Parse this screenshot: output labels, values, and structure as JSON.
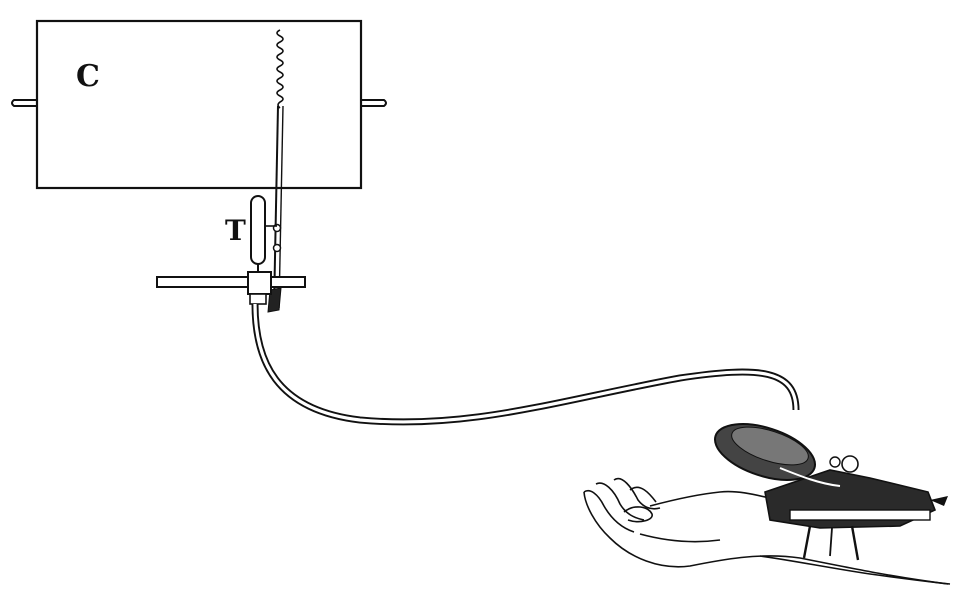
{
  "labels": {
    "cylinder": "C",
    "tambour": "T"
  },
  "colors": {
    "ink": "#111111",
    "paper": "#ffffff"
  },
  "parts": [
    "recording-drum",
    "writing-lever",
    "tambour",
    "crossbar-mount",
    "rubber-tube",
    "pulse-receiver",
    "hand-and-wrist"
  ]
}
